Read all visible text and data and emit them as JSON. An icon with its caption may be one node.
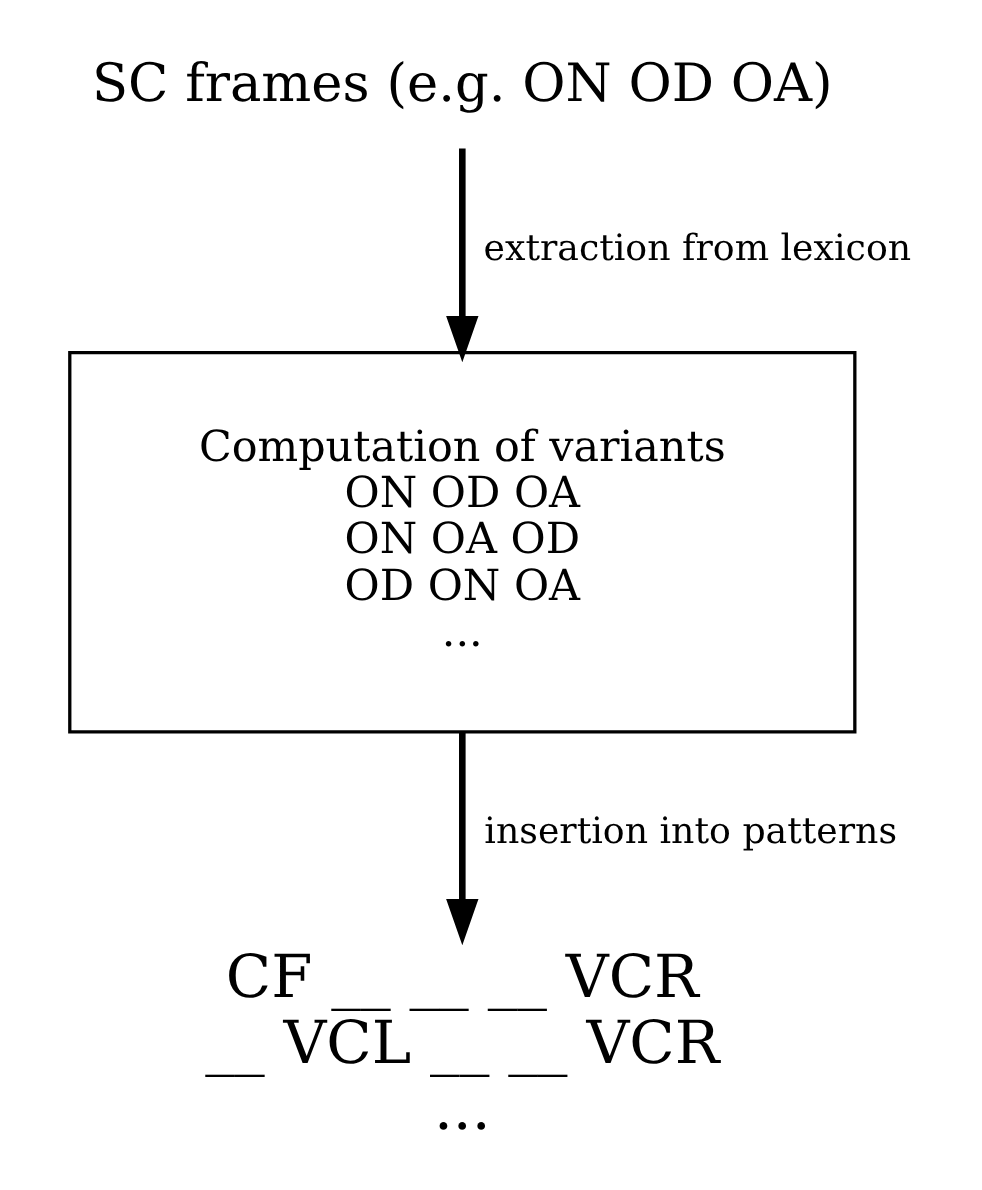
{
  "diagram": {
    "nodes": [
      {
        "text": [
          "SC frames (e.g. ON OD OA)"
        ]
      },
      {
        "text": [
          "Computation of variants",
          "ON OD OA",
          "ON OA OD",
          "OD ON OA",
          "..."
        ]
      },
      {
        "text": [
          "CF __ __ __ VCR",
          "__ VCL __ __ VCR",
          "..."
        ]
      }
    ],
    "edges": [
      {
        "from": 0,
        "to": 1,
        "arrow": "to",
        "label": "extraction from lexicon"
      },
      {
        "from": 1,
        "to": 2,
        "arrow": "to",
        "label": "insertion into patterns"
      }
    ]
  }
}
